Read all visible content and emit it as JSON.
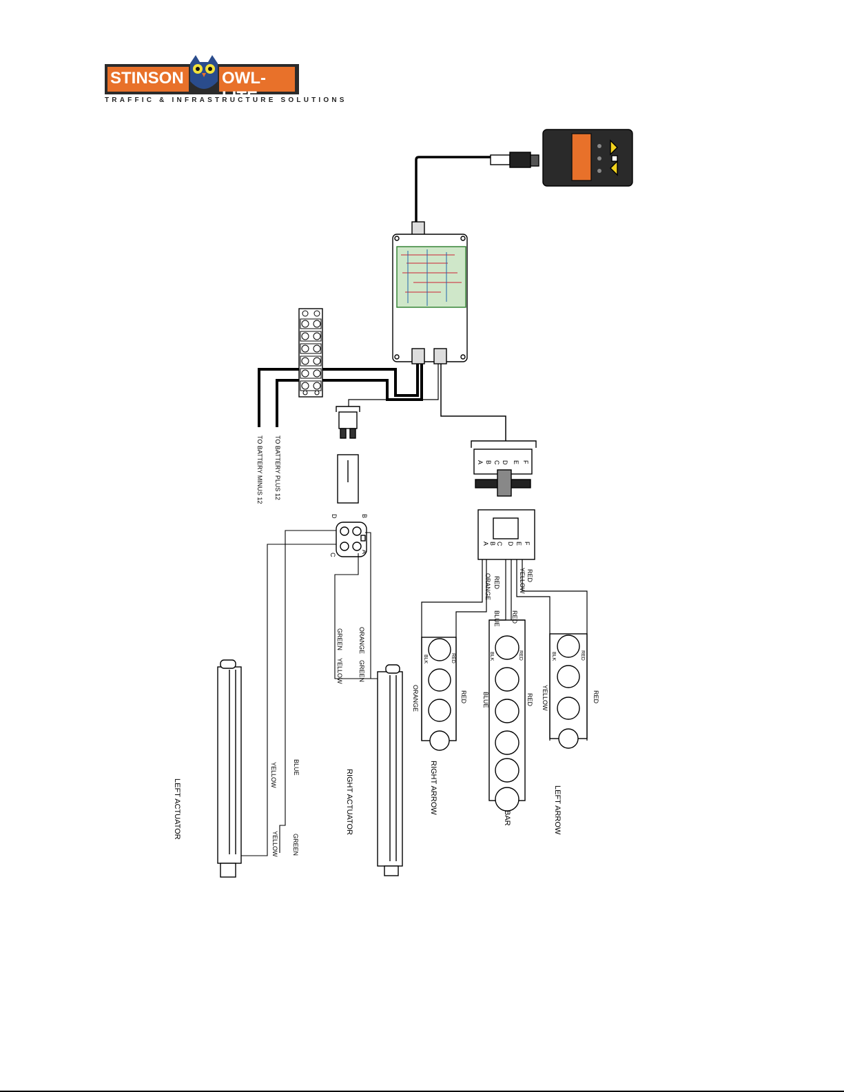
{
  "logo": {
    "brand_left": "STINSON",
    "brand_right": "OWL-LITE",
    "tagline": "TRAFFIC & INFRASTRUCTURE SOLUTIONS",
    "colors": {
      "orange": "#e8712a",
      "dark": "#2b2b2b",
      "owl_blue": "#2a4c8c"
    }
  },
  "diagram": {
    "battery_labels": [
      "TO BATTERY MINUS 12",
      "TO BATTERY PLUS 12"
    ],
    "connector_pins_6": [
      "A",
      "B",
      "C",
      "D",
      "E",
      "F"
    ],
    "plug_4_pins": [
      "A",
      "B",
      "C",
      "D"
    ],
    "wire_labels": {
      "cable_right": [
        "RED",
        "ORANGE",
        "RED",
        "BLUE",
        "RED",
        "YELLOW",
        "RED"
      ],
      "actuator_right": [
        "ORANGE",
        "GREEN",
        "GREEN",
        "YELLOW"
      ],
      "actuator_left": [
        "BLUE",
        "YELLOW",
        "YELLOW",
        "GREEN"
      ],
      "lamp_small": [
        "BLK",
        "RED",
        "BLK",
        "RED",
        "BLK",
        "RED"
      ],
      "group_right": [
        "ORANGE",
        "RED"
      ],
      "group_bar": [
        "BLUE",
        "RED"
      ],
      "group_left": [
        "YELLOW",
        "RED"
      ]
    },
    "groups": {
      "right_arrow": "RIGHT ARROW",
      "bar": "BAR",
      "left_arrow": "LEFT ARROW",
      "right_actuator": "RIGHT ACTUATOR",
      "left_actuator": "LEFT ACTUATOR"
    }
  }
}
